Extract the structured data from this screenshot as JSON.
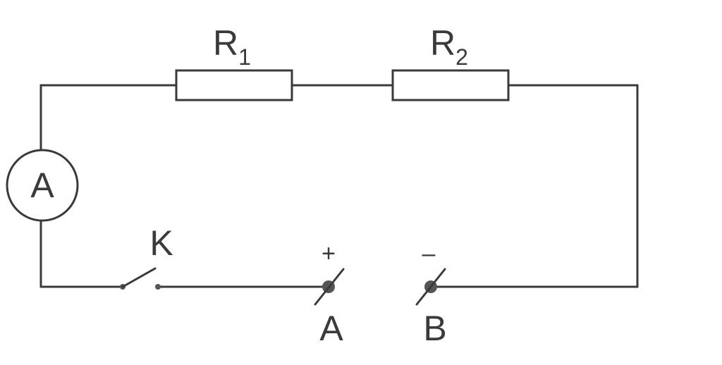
{
  "diagram": {
    "resistor_1": {
      "letter": "R",
      "subscript": "1"
    },
    "resistor_2": {
      "letter": "R",
      "subscript": "2"
    },
    "ammeter": {
      "symbol": "A"
    },
    "switch": {
      "label": "K"
    },
    "terminal_a": {
      "label": "A",
      "polarity": "+"
    },
    "terminal_b": {
      "label": "B",
      "polarity": "–"
    }
  }
}
